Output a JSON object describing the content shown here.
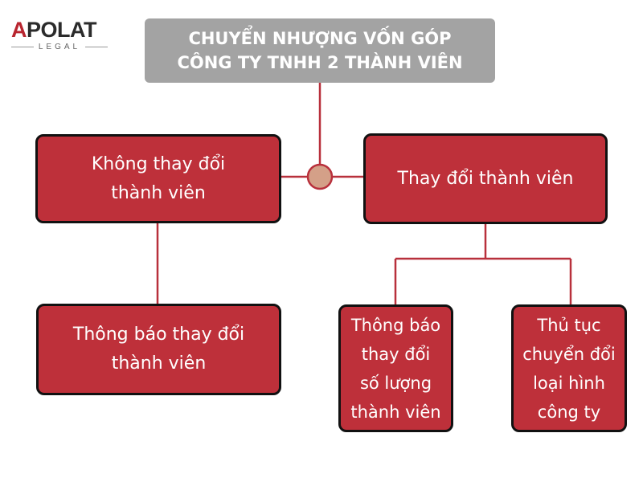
{
  "logo": {
    "name": "APOLAT",
    "sub": "LEGAL"
  },
  "title": {
    "line1": "CHUYỂN NHƯỢNG VỐN GÓP",
    "line2": "CÔNG TY TNHH 2 THÀNH VIÊN"
  },
  "nodes": {
    "no_change": "Không thay đổi\nthành viên",
    "change": "Thay đổi thành viên",
    "notify_change": "Thông báo thay đổi\nthành viên",
    "notify_count": "Thông báo\nthay đổi\nsố lượng\nthành viên",
    "conversion": "Thủ tục\nchuyển đổi\nloại hình\ncông ty"
  },
  "colors": {
    "box_fill": "#be303a",
    "connector": "#b8303c",
    "hub": "#d4a088",
    "title_bg": "#a3a3a3",
    "logo_accent": "#b8252f"
  }
}
